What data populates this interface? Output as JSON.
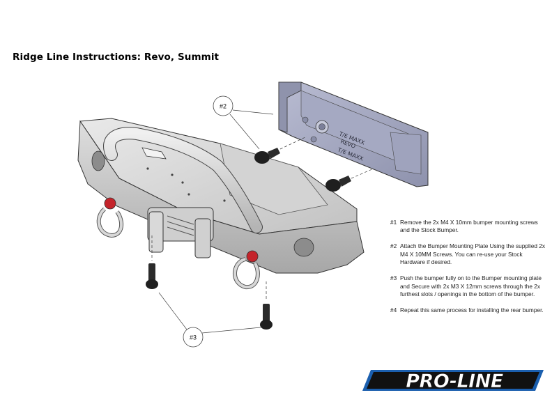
{
  "document": {
    "title": "Ridge Line Instructions: Revo, Summit"
  },
  "callouts": {
    "plate": "#2",
    "screws": "#3"
  },
  "mounting_plate": {
    "line1": "T/E MAXX",
    "line2": "REVO",
    "line3": "T/E MAXX"
  },
  "steps": [
    {
      "num": "#1",
      "text": "Remove the 2x M4 X 10mm bumper mounting screws and the Stock Bumper."
    },
    {
      "num": "#2",
      "text": "Attach the Bumper Mounting Plate Using the supplied 2x M4 X 10MM Screws. You can re-use your Stock Hardware if desired."
    },
    {
      "num": "#3",
      "text": "Push the bumper fully on to the Bumper mounting plate and Secure with 2x M3 X 12mm screws through the 2x furthest slots / openings in the bottom of the bumper."
    },
    {
      "num": "#4",
      "text": "Repeat this same process for installing the rear bumper."
    }
  ],
  "logo": {
    "text": "PRO-LINE"
  },
  "colors": {
    "bumper": "#c9c9c9",
    "plate": "#a9adc6",
    "shackle_accent": "#c4242b",
    "screw": "#222222",
    "logo_blue": "#1b5fae"
  }
}
